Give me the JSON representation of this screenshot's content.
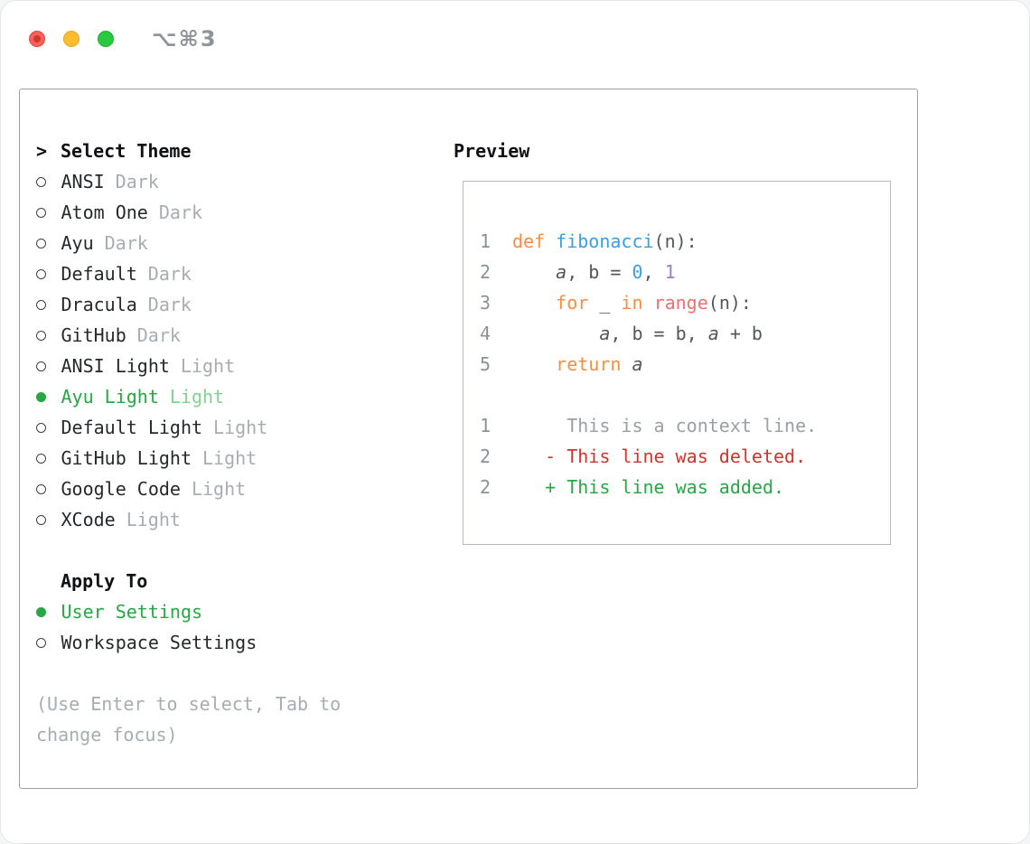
{
  "window": {
    "shortcut": "⌥⌘3"
  },
  "theme_picker": {
    "prompt": ">",
    "title": "Select Theme",
    "items": [
      {
        "name": "ANSI",
        "variant": "Dark",
        "selected": false
      },
      {
        "name": "Atom One",
        "variant": "Dark",
        "selected": false
      },
      {
        "name": "Ayu",
        "variant": "Dark",
        "selected": false
      },
      {
        "name": "Default",
        "variant": "Dark",
        "selected": false
      },
      {
        "name": "Dracula",
        "variant": "Dark",
        "selected": false
      },
      {
        "name": "GitHub",
        "variant": "Dark",
        "selected": false
      },
      {
        "name": "ANSI Light",
        "variant": "Light",
        "selected": false
      },
      {
        "name": "Ayu Light",
        "variant": "Light",
        "selected": true
      },
      {
        "name": "Default Light",
        "variant": "Light",
        "selected": false
      },
      {
        "name": "GitHub Light",
        "variant": "Light",
        "selected": false
      },
      {
        "name": "Google Code",
        "variant": "Light",
        "selected": false
      },
      {
        "name": "XCode",
        "variant": "Light",
        "selected": false
      }
    ],
    "apply_to": {
      "title": "Apply To",
      "options": [
        {
          "label": "User Settings",
          "selected": true
        },
        {
          "label": "Workspace Settings",
          "selected": false
        }
      ]
    },
    "hint": "(Use Enter to select, Tab to change focus)"
  },
  "preview": {
    "title": "Preview",
    "code_lines": [
      {
        "num": "1",
        "tokens": [
          {
            "t": "def ",
            "s": "kw"
          },
          {
            "t": "fibonacci",
            "s": "fn"
          },
          {
            "t": "(n):",
            "s": "p"
          }
        ]
      },
      {
        "num": "2",
        "tokens": [
          {
            "t": "    ",
            "s": "p"
          },
          {
            "t": "a",
            "s": "iv"
          },
          {
            "t": ", b = ",
            "s": "p"
          },
          {
            "t": "0",
            "s": "nb"
          },
          {
            "t": ", ",
            "s": "p"
          },
          {
            "t": "1",
            "s": "np"
          }
        ]
      },
      {
        "num": "3",
        "tokens": [
          {
            "t": "    ",
            "s": "p"
          },
          {
            "t": "for",
            "s": "kw"
          },
          {
            "t": " _ ",
            "s": "p"
          },
          {
            "t": "in",
            "s": "kw"
          },
          {
            "t": " ",
            "s": "p"
          },
          {
            "t": "range",
            "s": "rd"
          },
          {
            "t": "(n):",
            "s": "p"
          }
        ]
      },
      {
        "num": "4",
        "tokens": [
          {
            "t": "        ",
            "s": "p"
          },
          {
            "t": "a",
            "s": "iv"
          },
          {
            "t": ", b = b, ",
            "s": "p"
          },
          {
            "t": "a",
            "s": "iv"
          },
          {
            "t": " + b",
            "s": "p"
          }
        ]
      },
      {
        "num": "5",
        "tokens": [
          {
            "t": "    ",
            "s": "p"
          },
          {
            "t": "return",
            "s": "kw"
          },
          {
            "t": " ",
            "s": "p"
          },
          {
            "t": "a",
            "s": "iv"
          }
        ]
      },
      {
        "num": "",
        "tokens": []
      },
      {
        "num": "1",
        "tokens": [
          {
            "t": "     This is a context line.",
            "s": "ctx"
          }
        ]
      },
      {
        "num": "2",
        "tokens": [
          {
            "t": "   - This line was deleted.",
            "s": "del"
          }
        ]
      },
      {
        "num": "2",
        "tokens": [
          {
            "t": "   + This line was added.",
            "s": "add"
          }
        ]
      }
    ]
  },
  "colors": {
    "accent_green": "#28a745",
    "accent_green_light": "#82d38f",
    "keyword_orange": "#fa8d3e",
    "function_blue": "#399ee6",
    "builtin_red": "#f07171",
    "number_blue": "#399ee6",
    "number_purple": "#a37acc",
    "deleted_red": "#d0342c",
    "added_green": "#28a745",
    "context_gray": "#9aa0a6",
    "traffic_red": "#ff5f57",
    "traffic_yellow": "#febc2e",
    "traffic_green": "#28c840"
  }
}
